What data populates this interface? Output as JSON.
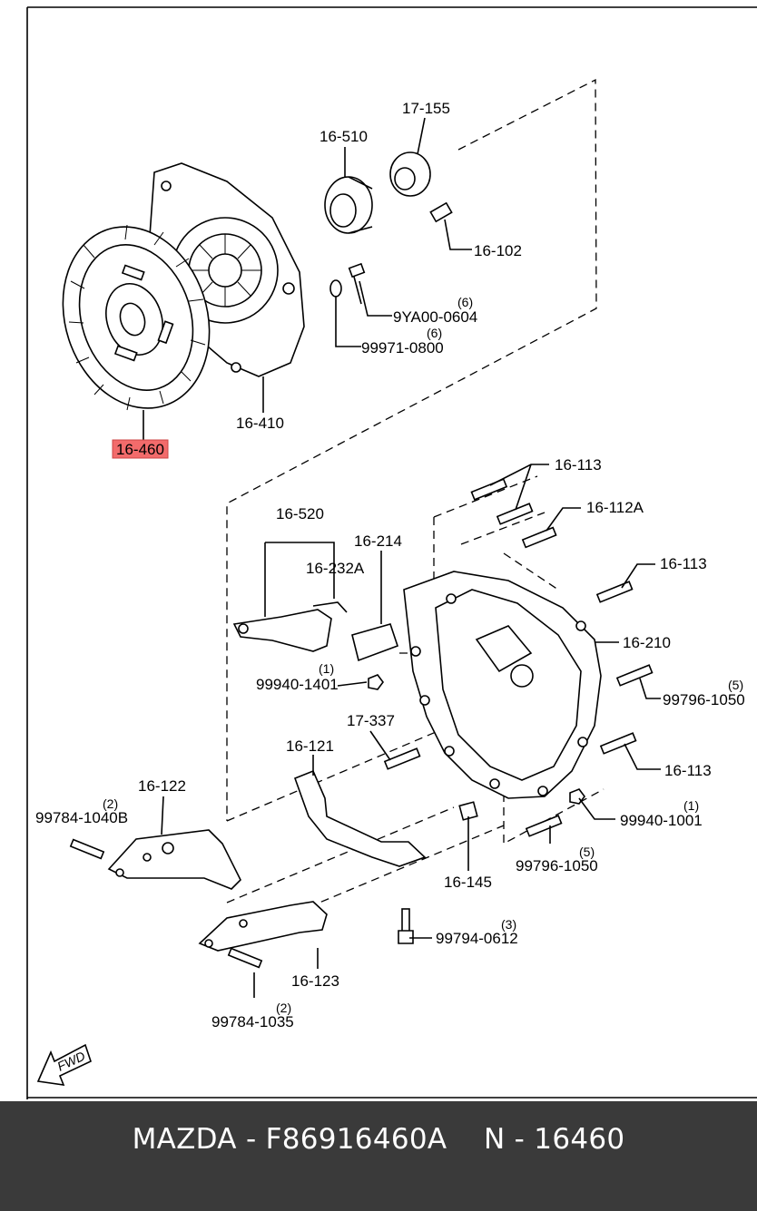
{
  "labels": {
    "p17_155": "17-155",
    "p16_510": "16-510",
    "p16_102": "16-102",
    "p9ya00_0604": "9YA00-0604",
    "q9ya00": "(6)",
    "p99971_0800": "99971-0800",
    "q99971": "(6)",
    "p16_410": "16-410",
    "p16_460": "16-460",
    "p16_113_a": "16-113",
    "p16_112a": "16-112A",
    "p16_113_b": "16-113",
    "p16_520": "16-520",
    "p16_214": "16-214",
    "p16_232a": "16-232A",
    "p16_210": "16-210",
    "p99940_1401": "99940-1401",
    "q99940_1401": "(1)",
    "p99796_1050_a": "99796-1050",
    "q99796_a": "(5)",
    "p17_337": "17-337",
    "p16_113_c": "16-113",
    "p16_121": "16-121",
    "p16_122": "16-122",
    "p99784_1040b": "99784-1040B",
    "q99784_1040b": "(2)",
    "p99940_1001": "99940-1001",
    "q99940_1001": "(1)",
    "p99796_1050_b": "99796-1050",
    "q99796_b": "(5)",
    "p16_145": "16-145",
    "p99794_0612": "99794-0612",
    "q99794": "(3)",
    "p16_123": "16-123",
    "p99784_1035": "99784-1035",
    "q99784_1035": "(2)",
    "fwd": "FWD"
  },
  "highlight_color": "#f26b6b",
  "caption": {
    "text": "MAZDA - F86916460A    N - 16460"
  }
}
